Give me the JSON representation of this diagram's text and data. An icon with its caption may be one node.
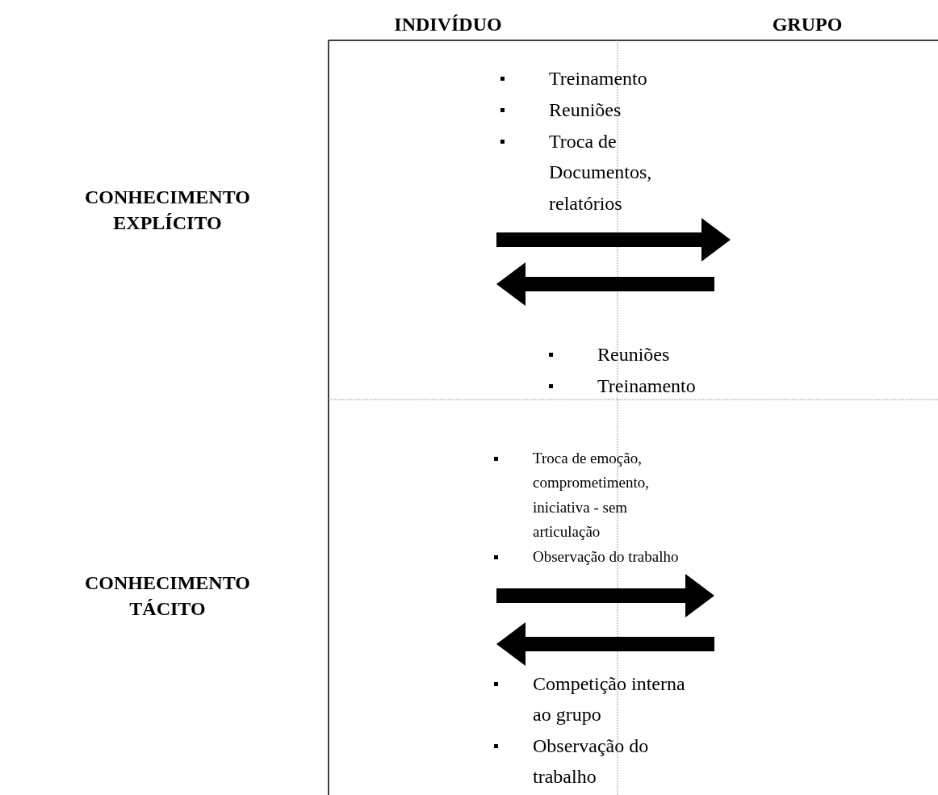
{
  "diagram": {
    "labels": [
      "INDIVÍDUO",
      "GRUPO",
      "CONHECIMENTO EXPLÍCITO",
      "Treinamento",
      "Reuniões",
      "Troca de Documentos, relatórios",
      "Reuniões",
      "Treinamento",
      "CONHECIMENTO TÁCITO",
      "Troca de emoção, comprometimento, iniciativa - sem articulação",
      "Observação do trabalho",
      "Competição interna ao grupo",
      "Observação do trabalho"
    ]
  }
}
